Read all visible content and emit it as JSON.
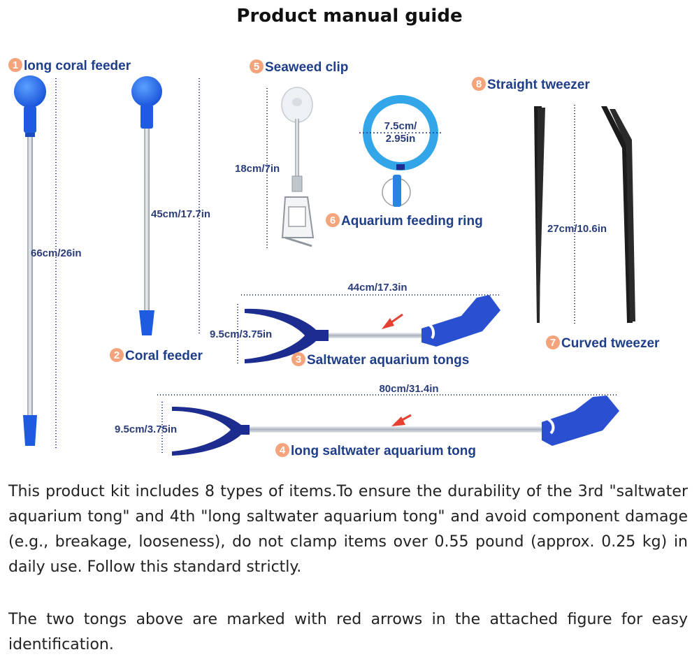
{
  "title": "Product manual guide",
  "colors": {
    "accent_blue": "#2a62e0",
    "label_blue": "#1f3e8a",
    "number_badge": "#f5a37a",
    "arrow_red": "#e64033",
    "dark_navy": "#1d2c8f"
  },
  "items": [
    {
      "num": "1",
      "label": "long coral feeder",
      "size": "66cm/26in"
    },
    {
      "num": "2",
      "label": "Coral feeder",
      "size": "45cm/17.7in"
    },
    {
      "num": "3",
      "label": "Saltwater aquarium tongs",
      "length": "44cm/17.3in",
      "width": "9.5cm/3.75in"
    },
    {
      "num": "4",
      "label": "long saltwater aquarium tong",
      "length": "80cm/31.4in",
      "width": "9.5cm/3.75in"
    },
    {
      "num": "5",
      "label": "Seaweed clip",
      "size": "18cm/7in"
    },
    {
      "num": "6",
      "label": "Aquarium feeding ring",
      "size_line1": "7.5cm/",
      "size_line2": "2.95in"
    },
    {
      "num": "7",
      "label": "Curved tweezer"
    },
    {
      "num": "8",
      "label": "Straight tweezer",
      "size": "27cm/10.6in"
    }
  ],
  "paragraphs": [
    "This product kit includes 8 types of items.To ensure the durability of the 3rd \"saltwater aquarium tong\" and 4th \"long saltwater aquarium tong\" and avoid component damage (e.g., breakage, looseness), do not clamp items over 0.55 pound (approx. 0.25 kg) in daily use. Follow this standard strictly.",
    "The two tongs above are marked with red arrows in the attached figure for easy identification."
  ]
}
